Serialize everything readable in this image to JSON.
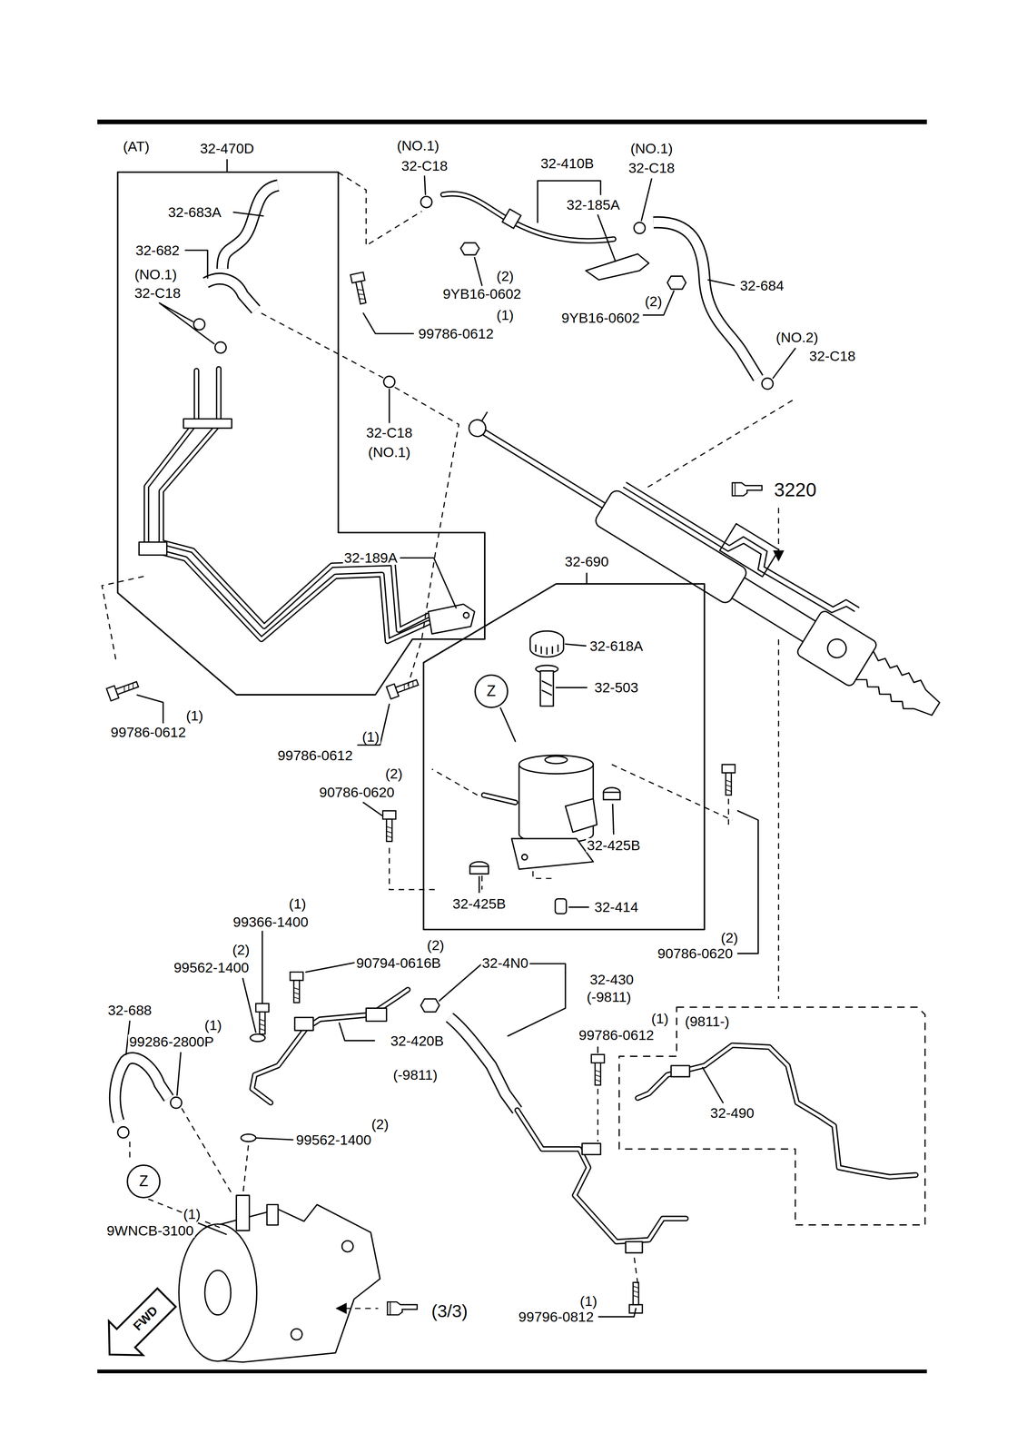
{
  "diagram": {
    "nodes": [
      {
        "text": [
          "32-470D"
        ]
      },
      {
        "text": [
          "32-690"
        ]
      },
      {
        "text": [
          "Z"
        ],
        "in": 1
      },
      {
        "text": [
          "Z"
        ]
      },
      {
        "text": [
          "(9811-)"
        ]
      }
    ],
    "labels": [
      "(AT)",
      "(NO.1)",
      "32-C18",
      "32-410B",
      "(NO.1)",
      "32-C18",
      "32-185A",
      "32-683A",
      "32-682",
      "(NO.1)",
      "32-C18",
      "(2)",
      "9YB16-0602",
      "32-684",
      "(2)",
      "9YB16-0602",
      "(1)",
      "99786-0612",
      "(NO.2)",
      "32-C18",
      "32-C18",
      "(NO.1)",
      "3220",
      "32-189A",
      "32-618A",
      "32-503",
      "(1)",
      "99786-0612",
      "(1)",
      "99786-0612",
      "(2)",
      "90786-0620",
      "32-425B",
      "32-425B",
      "32-414",
      "(1)",
      "99366-1400",
      "(2)",
      "90786-0620",
      "(2)",
      "99562-1400",
      "(2)",
      "90794-0616B",
      "32-4N0",
      "32-430",
      "(-9811)",
      "32-688",
      "(1)",
      "99786-0612",
      "(1)",
      "99286-2800P",
      "32-420B",
      "(-9811)",
      "32-490",
      "(2)",
      "99562-1400",
      "(1)",
      "9WNCB-3100",
      "(3/3)",
      "(1)",
      "99796-0812",
      "FWD"
    ]
  }
}
